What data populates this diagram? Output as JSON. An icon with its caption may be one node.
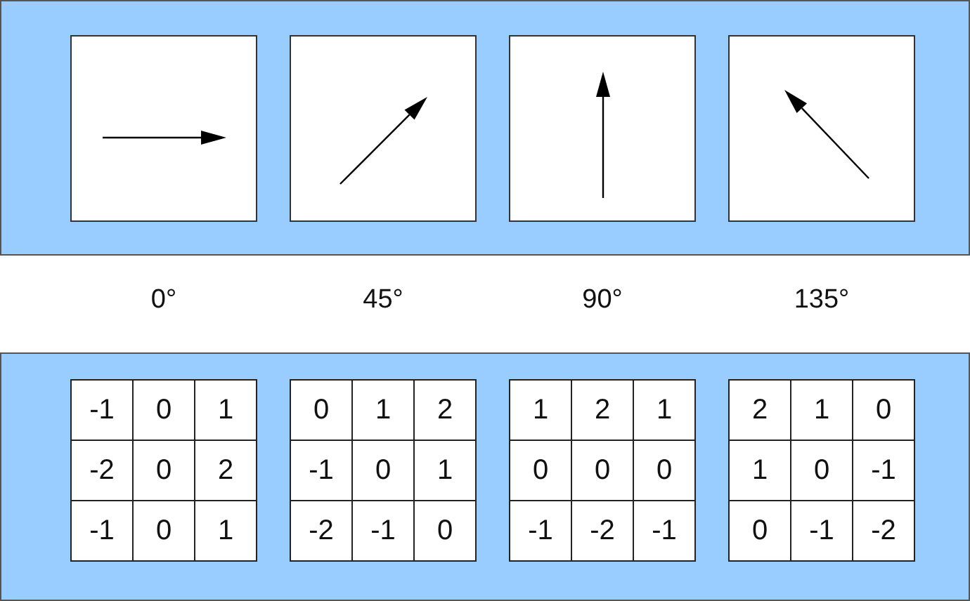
{
  "diagram": {
    "labels": [
      "0°",
      "45°",
      "90°",
      "135°",
      "-1",
      "0",
      "1",
      "-2",
      "0",
      "2",
      "-1",
      "0",
      "1",
      "0",
      "1",
      "2",
      "-1",
      "0",
      "1",
      "-2",
      "-1",
      "0",
      "1",
      "2",
      "1",
      "0",
      "0",
      "0",
      "-1",
      "-2",
      "-1",
      "2",
      "1",
      "0",
      "1",
      "0",
      "-1",
      "0",
      "-1",
      "-2"
    ]
  }
}
